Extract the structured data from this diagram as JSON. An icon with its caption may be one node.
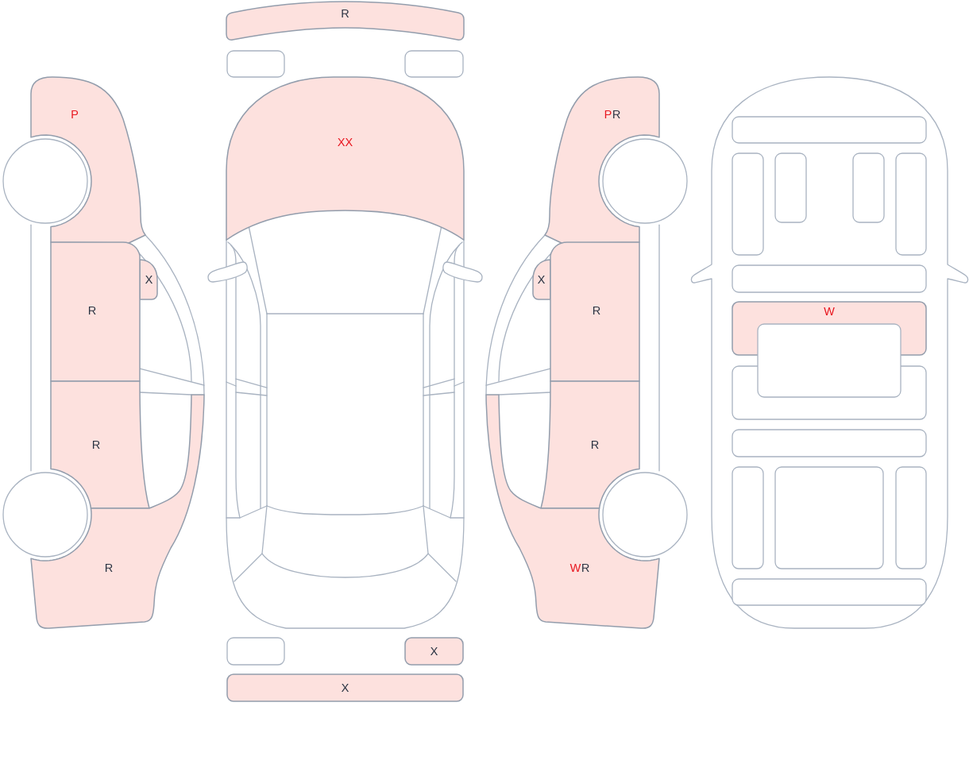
{
  "diagram": {
    "nodes": [
      {
        "text": [
          "P"
        ]
      },
      {
        "text": [
          "X"
        ]
      },
      {
        "text": [
          "R"
        ]
      },
      {
        "text": [
          "R"
        ]
      },
      {
        "text": [
          "R"
        ]
      },
      {
        "text": [
          "R"
        ]
      },
      {
        "text": [],
        "shape": "box"
      },
      {
        "text": [],
        "shape": "box"
      },
      {
        "text": [
          "XX"
        ]
      },
      {
        "text": [],
        "shape": "box"
      },
      {
        "text": [
          "X"
        ]
      },
      {
        "text": [
          "X"
        ]
      },
      {
        "text": [
          "P",
          "R"
        ]
      },
      {
        "text": [
          "X"
        ]
      },
      {
        "text": [
          "R"
        ]
      },
      {
        "text": [
          "R"
        ]
      },
      {
        "text": [
          "W",
          "R"
        ]
      },
      {
        "text": [],
        "shape": "box"
      },
      {
        "text": [],
        "shape": "box"
      },
      {
        "text": [],
        "shape": "box"
      },
      {
        "text": [],
        "shape": "box"
      },
      {
        "text": [],
        "shape": "box"
      },
      {
        "text": [],
        "shape": "box"
      },
      {
        "text": [
          "W"
        ]
      },
      {
        "text": [],
        "shape": "box"
      },
      {
        "text": [],
        "shape": "box"
      },
      {
        "text": [],
        "shape": "box"
      },
      {
        "text": [],
        "shape": "box"
      },
      {
        "text": [],
        "shape": "box"
      },
      {
        "text": [],
        "shape": "box"
      },
      {
        "text": [],
        "shape": "box"
      }
    ]
  }
}
